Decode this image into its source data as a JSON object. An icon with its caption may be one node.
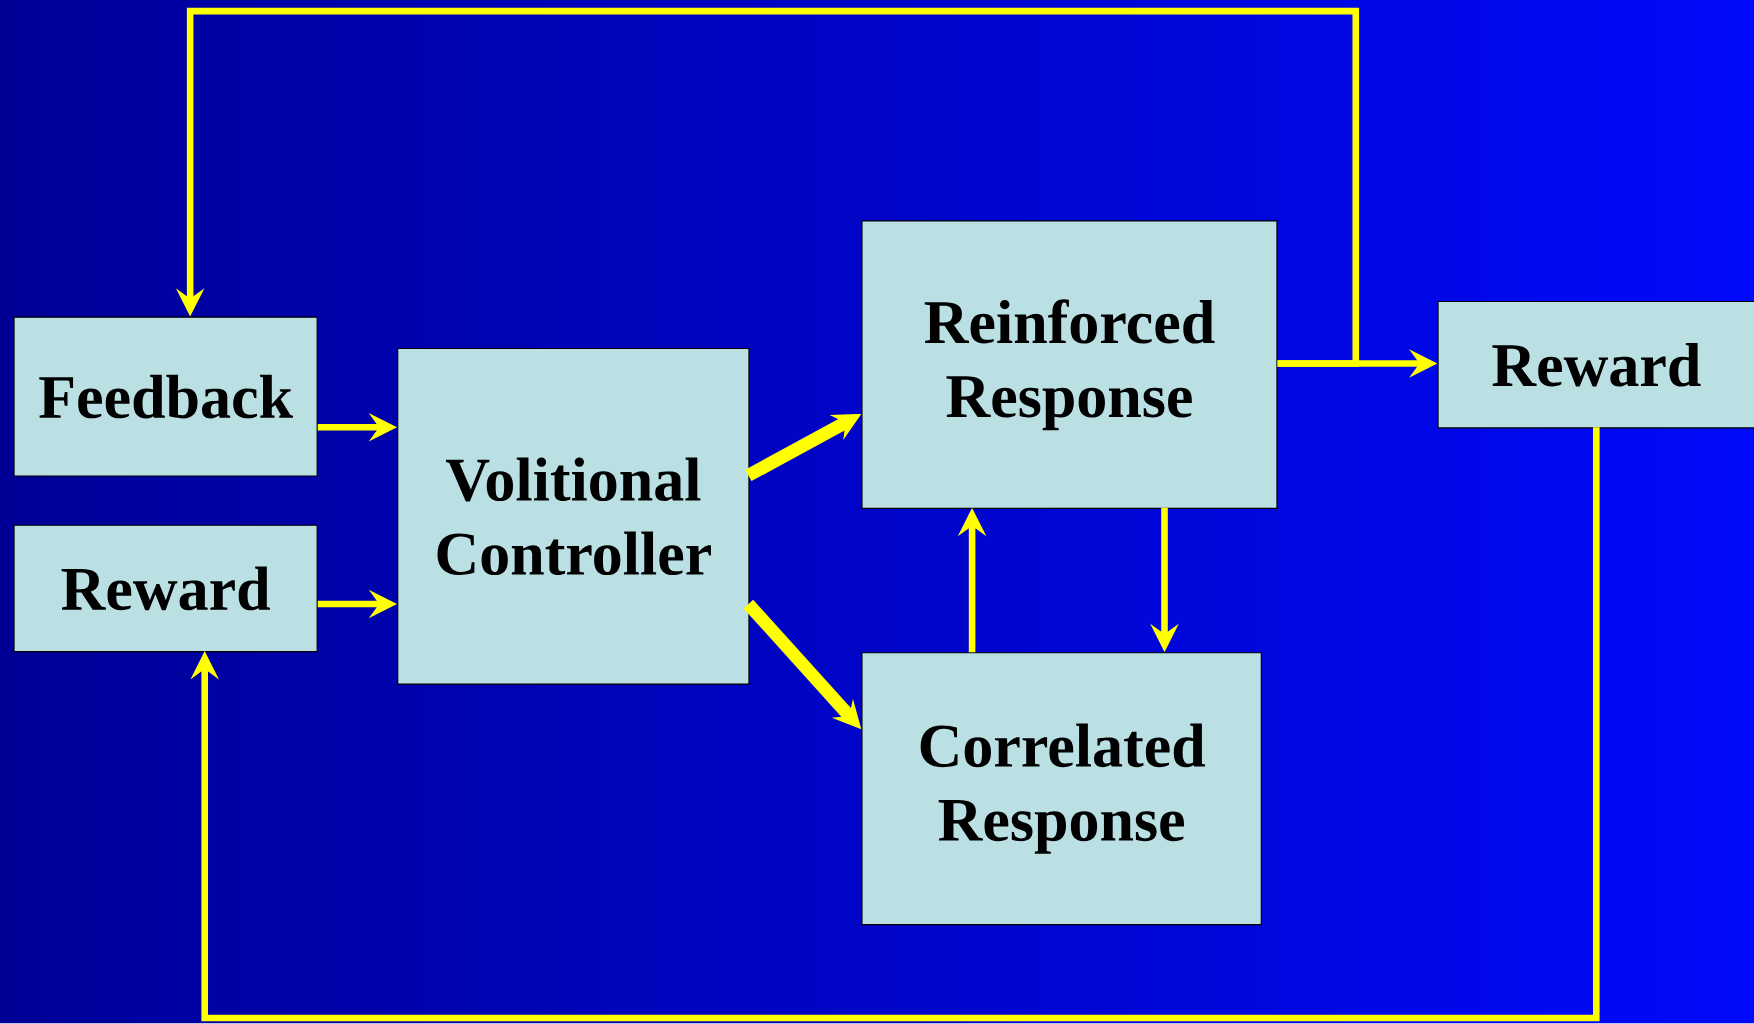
{
  "diagram": {
    "nodes": [
      {
        "text": [
          "Feedback"
        ]
      },
      {
        "text": [
          "Reward"
        ]
      },
      {
        "text": [
          "Volitional Controller"
        ]
      },
      {
        "text": [
          "Reinforced Response"
        ]
      },
      {
        "text": [
          "Reward"
        ]
      },
      {
        "text": [
          "Correlated Response"
        ]
      }
    ],
    "edges": [
      {
        "from": 0,
        "to": 2,
        "arrow": "to"
      },
      {
        "from": 1,
        "to": 2,
        "arrow": "to"
      },
      {
        "from": 2,
        "to": 3,
        "arrow": "to",
        "style": "thick"
      },
      {
        "from": 2,
        "to": 5,
        "arrow": "to",
        "style": "thick"
      },
      {
        "from": 3,
        "to": 4,
        "arrow": "to"
      },
      {
        "from": 3,
        "to": 0,
        "arrow": "to"
      },
      {
        "from": 4,
        "to": 1,
        "arrow": "to"
      },
      {
        "from": 5,
        "to": 3,
        "arrow": "to"
      },
      {
        "from": 3,
        "to": 5,
        "arrow": "to"
      }
    ]
  }
}
